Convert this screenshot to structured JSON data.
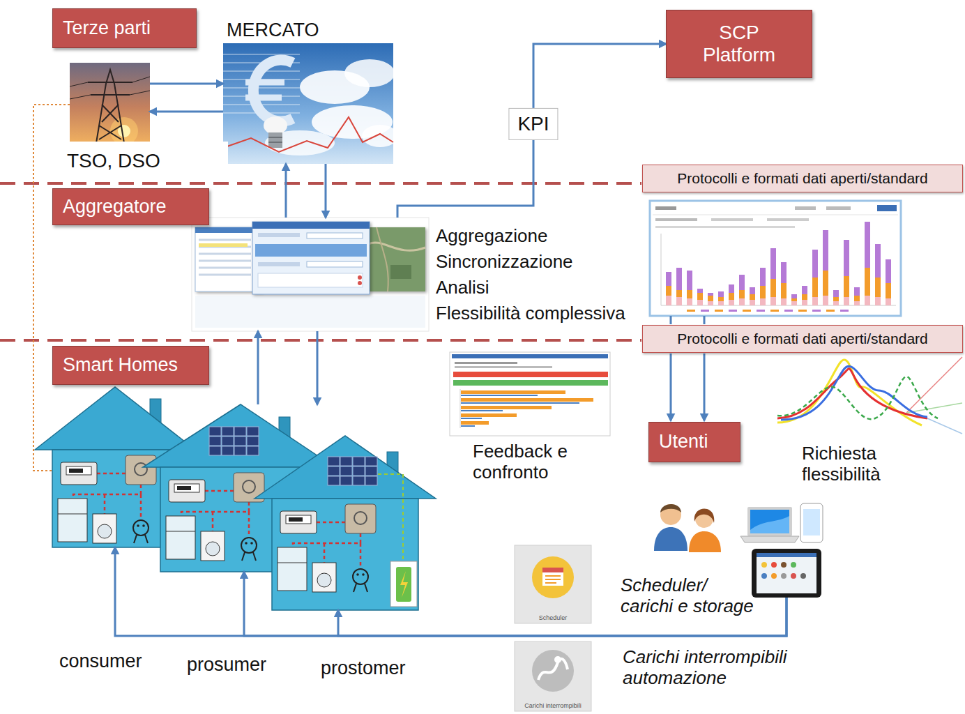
{
  "diagram": {
    "nodes": [
      {
        "text": [
          "Terze parti"
        ]
      },
      {
        "text": [
          "MERCATO"
        ]
      },
      {
        "text": [
          "TSO, DSO"
        ]
      },
      {
        "text": [
          "SCP Platform"
        ]
      },
      {
        "text": [
          "Protocolli e formati dati aperti/standard"
        ]
      },
      {
        "text": [
          "Aggregatore"
        ]
      },
      {
        "text": [
          "Aggregazione",
          "Sincronizzazione",
          "Analisi",
          "Flessibilità complessiva"
        ]
      },
      {
        "text": [
          "Protocolli e formati dati aperti/standard"
        ]
      },
      {
        "text": [
          "Smart Homes"
        ]
      },
      {
        "text": [
          "Utenti"
        ]
      },
      {
        "text": [
          "consumer"
        ]
      },
      {
        "text": [
          "prosumer"
        ]
      },
      {
        "text": [
          "prostomer"
        ]
      },
      {
        "text": [
          "Scheduler"
        ]
      },
      {
        "text": [
          "Scheduler/ carichi e storage"
        ]
      },
      {
        "text": [
          "Carichi interrompibili"
        ]
      }
    ],
    "edges": [
      {
        "from": 2,
        "to": 1,
        "arrow": "to"
      },
      {
        "from": 1,
        "to": 2,
        "arrow": "to"
      },
      {
        "from": 6,
        "to": 1,
        "arrow": "to"
      },
      {
        "from": 1,
        "to": 6,
        "arrow": "to"
      },
      {
        "from": 6,
        "to": 3,
        "label": "KPI",
        "arrow": "to"
      },
      {
        "from": 11,
        "to": 6,
        "arrow": "to"
      },
      {
        "from": 6,
        "to": 11,
        "arrow": "to"
      },
      {
        "from": 2,
        "to": 10,
        "arrow": "none"
      },
      {
        "from": 14,
        "to": 10,
        "arrow": "to"
      },
      {
        "from": 14,
        "to": 11,
        "arrow": "to"
      },
      {
        "from": 14,
        "to": 12,
        "arrow": "to"
      }
    ],
    "labels": [
      "Feedback e confronto",
      "Richiesta flessibilità",
      "Carichi interrompibili automazione"
    ]
  }
}
